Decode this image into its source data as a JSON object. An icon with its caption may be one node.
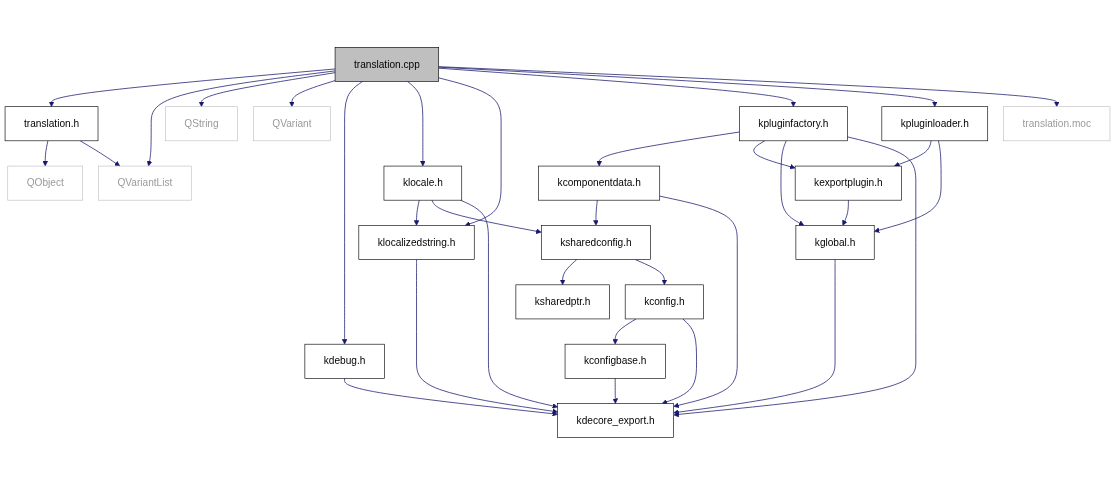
{
  "diagram": {
    "nodes": [
      {
        "text": [
          "translation.cpp"
        ]
      },
      {
        "text": [
          "translation.h"
        ]
      },
      {
        "text": [
          "QString"
        ]
      },
      {
        "text": [
          "QVariant"
        ]
      },
      {
        "text": [
          "kpluginfactory.h"
        ]
      },
      {
        "text": [
          "kpluginloader.h"
        ]
      },
      {
        "text": [
          "translation.moc"
        ]
      },
      {
        "text": [
          "QObject"
        ]
      },
      {
        "text": [
          "QVariantList"
        ]
      },
      {
        "text": [
          "klocale.h"
        ]
      },
      {
        "text": [
          "kcomponentdata.h"
        ]
      },
      {
        "text": [
          "kexportplugin.h"
        ]
      },
      {
        "text": [
          "klocalizedstring.h"
        ]
      },
      {
        "text": [
          "ksharedconfig.h"
        ]
      },
      {
        "text": [
          "kglobal.h"
        ]
      },
      {
        "text": [
          "ksharedptr.h"
        ]
      },
      {
        "text": [
          "kconfig.h"
        ]
      },
      {
        "text": [
          "kdebug.h"
        ]
      },
      {
        "text": [
          "kconfigbase.h"
        ]
      },
      {
        "text": [
          "kdecore_export.h"
        ]
      }
    ],
    "edges": [
      {
        "from": 0,
        "to": 1,
        "arrow": "to"
      },
      {
        "from": 0,
        "to": 8,
        "arrow": "to"
      },
      {
        "from": 0,
        "to": 2,
        "arrow": "to"
      },
      {
        "from": 0,
        "to": 3,
        "arrow": "to"
      },
      {
        "from": 0,
        "to": 17,
        "arrow": "to"
      },
      {
        "from": 0,
        "to": 9,
        "arrow": "to"
      },
      {
        "from": 0,
        "to": 12,
        "arrow": "to"
      },
      {
        "from": 0,
        "to": 4,
        "arrow": "to"
      },
      {
        "from": 0,
        "to": 5,
        "arrow": "to"
      },
      {
        "from": 0,
        "to": 6,
        "arrow": "to"
      },
      {
        "from": 1,
        "to": 7,
        "arrow": "to"
      },
      {
        "from": 1,
        "to": 8,
        "arrow": "to"
      },
      {
        "from": 4,
        "to": 10,
        "arrow": "to"
      },
      {
        "from": 4,
        "to": 11,
        "arrow": "to"
      },
      {
        "from": 4,
        "to": 14,
        "arrow": "to"
      },
      {
        "from": 4,
        "to": 19,
        "arrow": "to"
      },
      {
        "from": 5,
        "to": 11,
        "arrow": "to"
      },
      {
        "from": 5,
        "to": 14,
        "arrow": "to"
      },
      {
        "from": 9,
        "to": 12,
        "arrow": "to"
      },
      {
        "from": 9,
        "to": 13,
        "arrow": "to"
      },
      {
        "from": 9,
        "to": 19,
        "arrow": "to"
      },
      {
        "from": 10,
        "to": 13,
        "arrow": "to"
      },
      {
        "from": 10,
        "to": 19,
        "arrow": "to"
      },
      {
        "from": 11,
        "to": 14,
        "arrow": "to"
      },
      {
        "from": 12,
        "to": 19,
        "arrow": "to"
      },
      {
        "from": 13,
        "to": 15,
        "arrow": "to"
      },
      {
        "from": 13,
        "to": 16,
        "arrow": "to"
      },
      {
        "from": 14,
        "to": 19,
        "arrow": "to"
      },
      {
        "from": 16,
        "to": 18,
        "arrow": "to"
      },
      {
        "from": 16,
        "to": 19,
        "arrow": "to"
      },
      {
        "from": 17,
        "to": 19,
        "arrow": "to"
      },
      {
        "from": 18,
        "to": 19,
        "arrow": "to"
      }
    ]
  }
}
